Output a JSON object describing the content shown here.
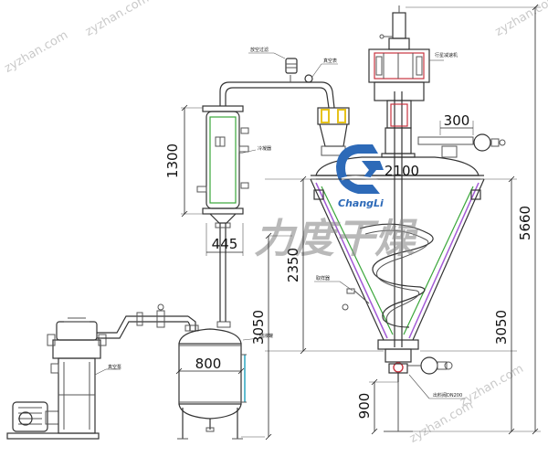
{
  "watermark": "zyzhan.com",
  "brand": {
    "chinese": "力度干燥",
    "latin": "ChangLi"
  },
  "colors": {
    "logo_blue": "#2d6ab8",
    "purple": "#a35ad6",
    "green": "#3aa63a",
    "yellow": "#e6c21a",
    "red": "#c8343f",
    "cyan": "#2aa6c0"
  },
  "dimensions": {
    "d1300": "1300",
    "d445": "445",
    "d800": "800",
    "d3050_left": "3050",
    "d2350": "2350",
    "d300": "300",
    "d2100": "2100",
    "d5660": "5660",
    "d3050_right": "3050",
    "d900": "900"
  },
  "callouts": {
    "vacuum_gauge": "真空表",
    "vent_valve": "放空过滤",
    "condenser": "冷凝器",
    "receiver": "储液罐",
    "vacuum_pump": "真空泵",
    "reducer": "行星减速机",
    "sampler": "取样器",
    "discharge": "出料阀DN200"
  }
}
